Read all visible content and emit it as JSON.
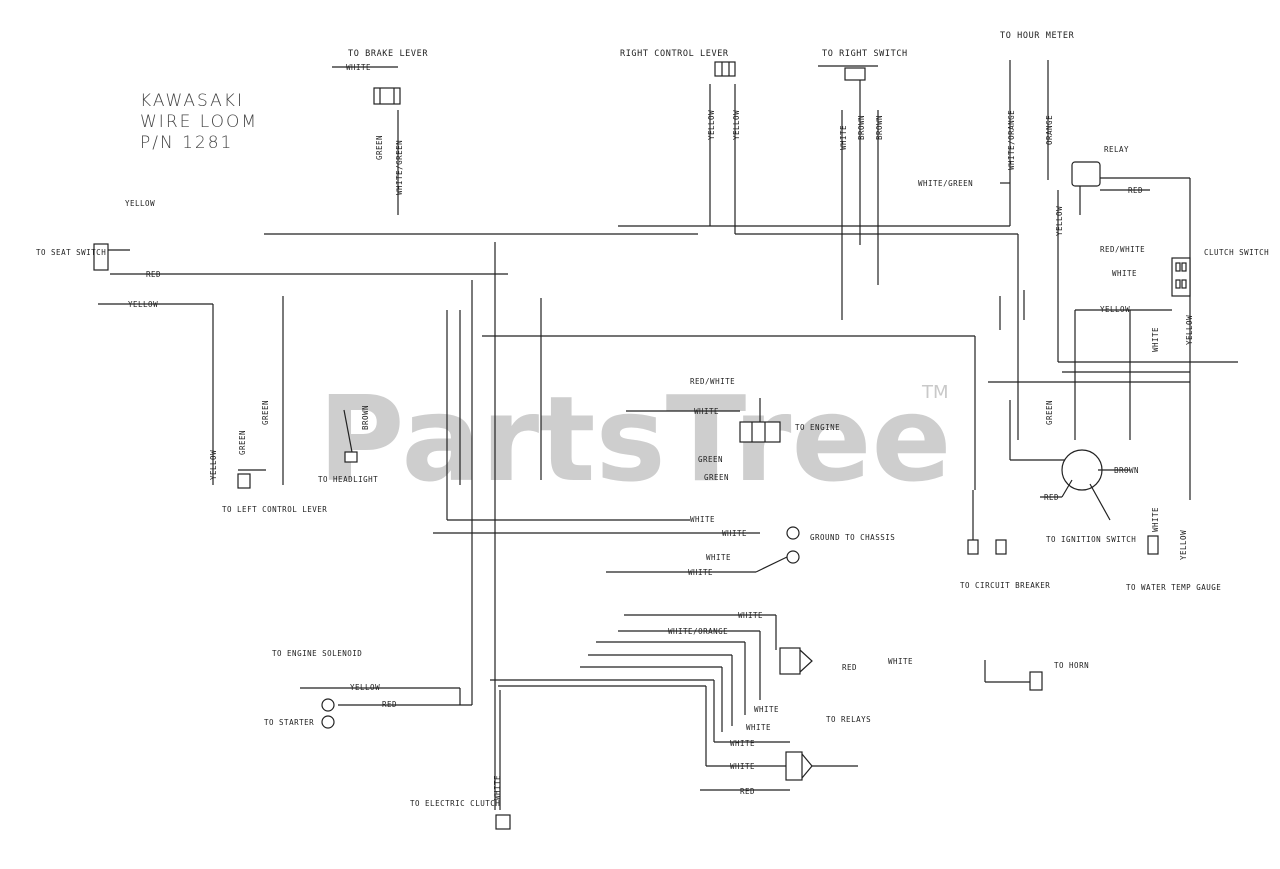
{
  "title": [
    "KAWASAKI",
    "WIRE LOOM",
    "P/N 1281"
  ],
  "watermark": {
    "text": "PartsTree",
    "tm": "TM"
  },
  "colors": {
    "wire": "#222222",
    "watermark": "#c9c9c9"
  },
  "labels": {
    "brake_lever": "TO BRAKE LEVER",
    "brake_white": "WHITE",
    "green": "GREEN",
    "white_green": "WHITE/GREEN",
    "right_control": "RIGHT CONTROL LEVER",
    "right_control_yellow1": "YELLOW",
    "right_control_yellow2": "YELLOW",
    "right_switch": "TO RIGHT SWITCH",
    "rs_white": "WHITE",
    "rs_brown1": "BROWN",
    "rs_brown2": "BROWN",
    "hour_meter": "TO HOUR METER",
    "hm_wire": "WHITE/ORANGE",
    "hm_orange": "ORANGE",
    "white_green2": "WHITE/GREEN",
    "relay": "RELAY",
    "red1": "RED",
    "yellow_relay": "YELLOW",
    "clutch_switch": "CLUTCH SWITCH",
    "red_white": "RED/WHITE",
    "white_cl": "WHITE",
    "yellow_cl": "YELLOW",
    "white_cl2": "WHITE",
    "yellow_cl2": "YELLOW",
    "yellow_top": "YELLOW",
    "seat_switch": "TO SEAT SWITCH",
    "seat_red": "RED",
    "left_yellow": "YELLOW",
    "lc_yellow": "YELLOW",
    "lc_green1": "GREEN",
    "lc_green2": "GREEN",
    "left_control": "TO LEFT CONTROL LEVER",
    "headlight": "TO HEADLIGHT",
    "hl_brown": "BROWN",
    "engine_rw": "RED/WHITE",
    "engine_white": "WHITE",
    "engine_green": "GREEN",
    "engine": "TO ENGINE",
    "engine_green2": "GREEN",
    "ground": "GROUND TO CHASSIS",
    "white_g1": "WHITE",
    "white_g2": "WHITE",
    "white_g3": "WHITE",
    "white_g4": "WHITE",
    "ign_green": "GREEN",
    "ign_brown": "BROWN",
    "ign_red": "RED",
    "ign_switch": "TO IGNITION SWITCH",
    "circuit_breaker": "TO CIRCUIT BREAKER",
    "water_temp": "TO WATER TEMP GAUGE",
    "wt_yellow": "YELLOW",
    "ws_white": "WHITE",
    "white_or": "WHITE/ORANGE",
    "white_mid": "WHITE",
    "red_mid": "RED",
    "white_mid2": "WHITE",
    "engine_solenoid": "TO ENGINE SOLENOID",
    "sol_yellow": "YELLOW",
    "sol_red": "RED",
    "starter": "TO STARTER",
    "relays": "TO RELAYS",
    "white_r1": "WHITE",
    "white_r2": "WHITE",
    "white_r3": "WHITE",
    "white_r4": "WHITE",
    "red_r": "RED",
    "horn": "TO HORN",
    "electric_clutch": "TO ELECTRIC CLUTCH",
    "ec_white": "WHITE"
  }
}
